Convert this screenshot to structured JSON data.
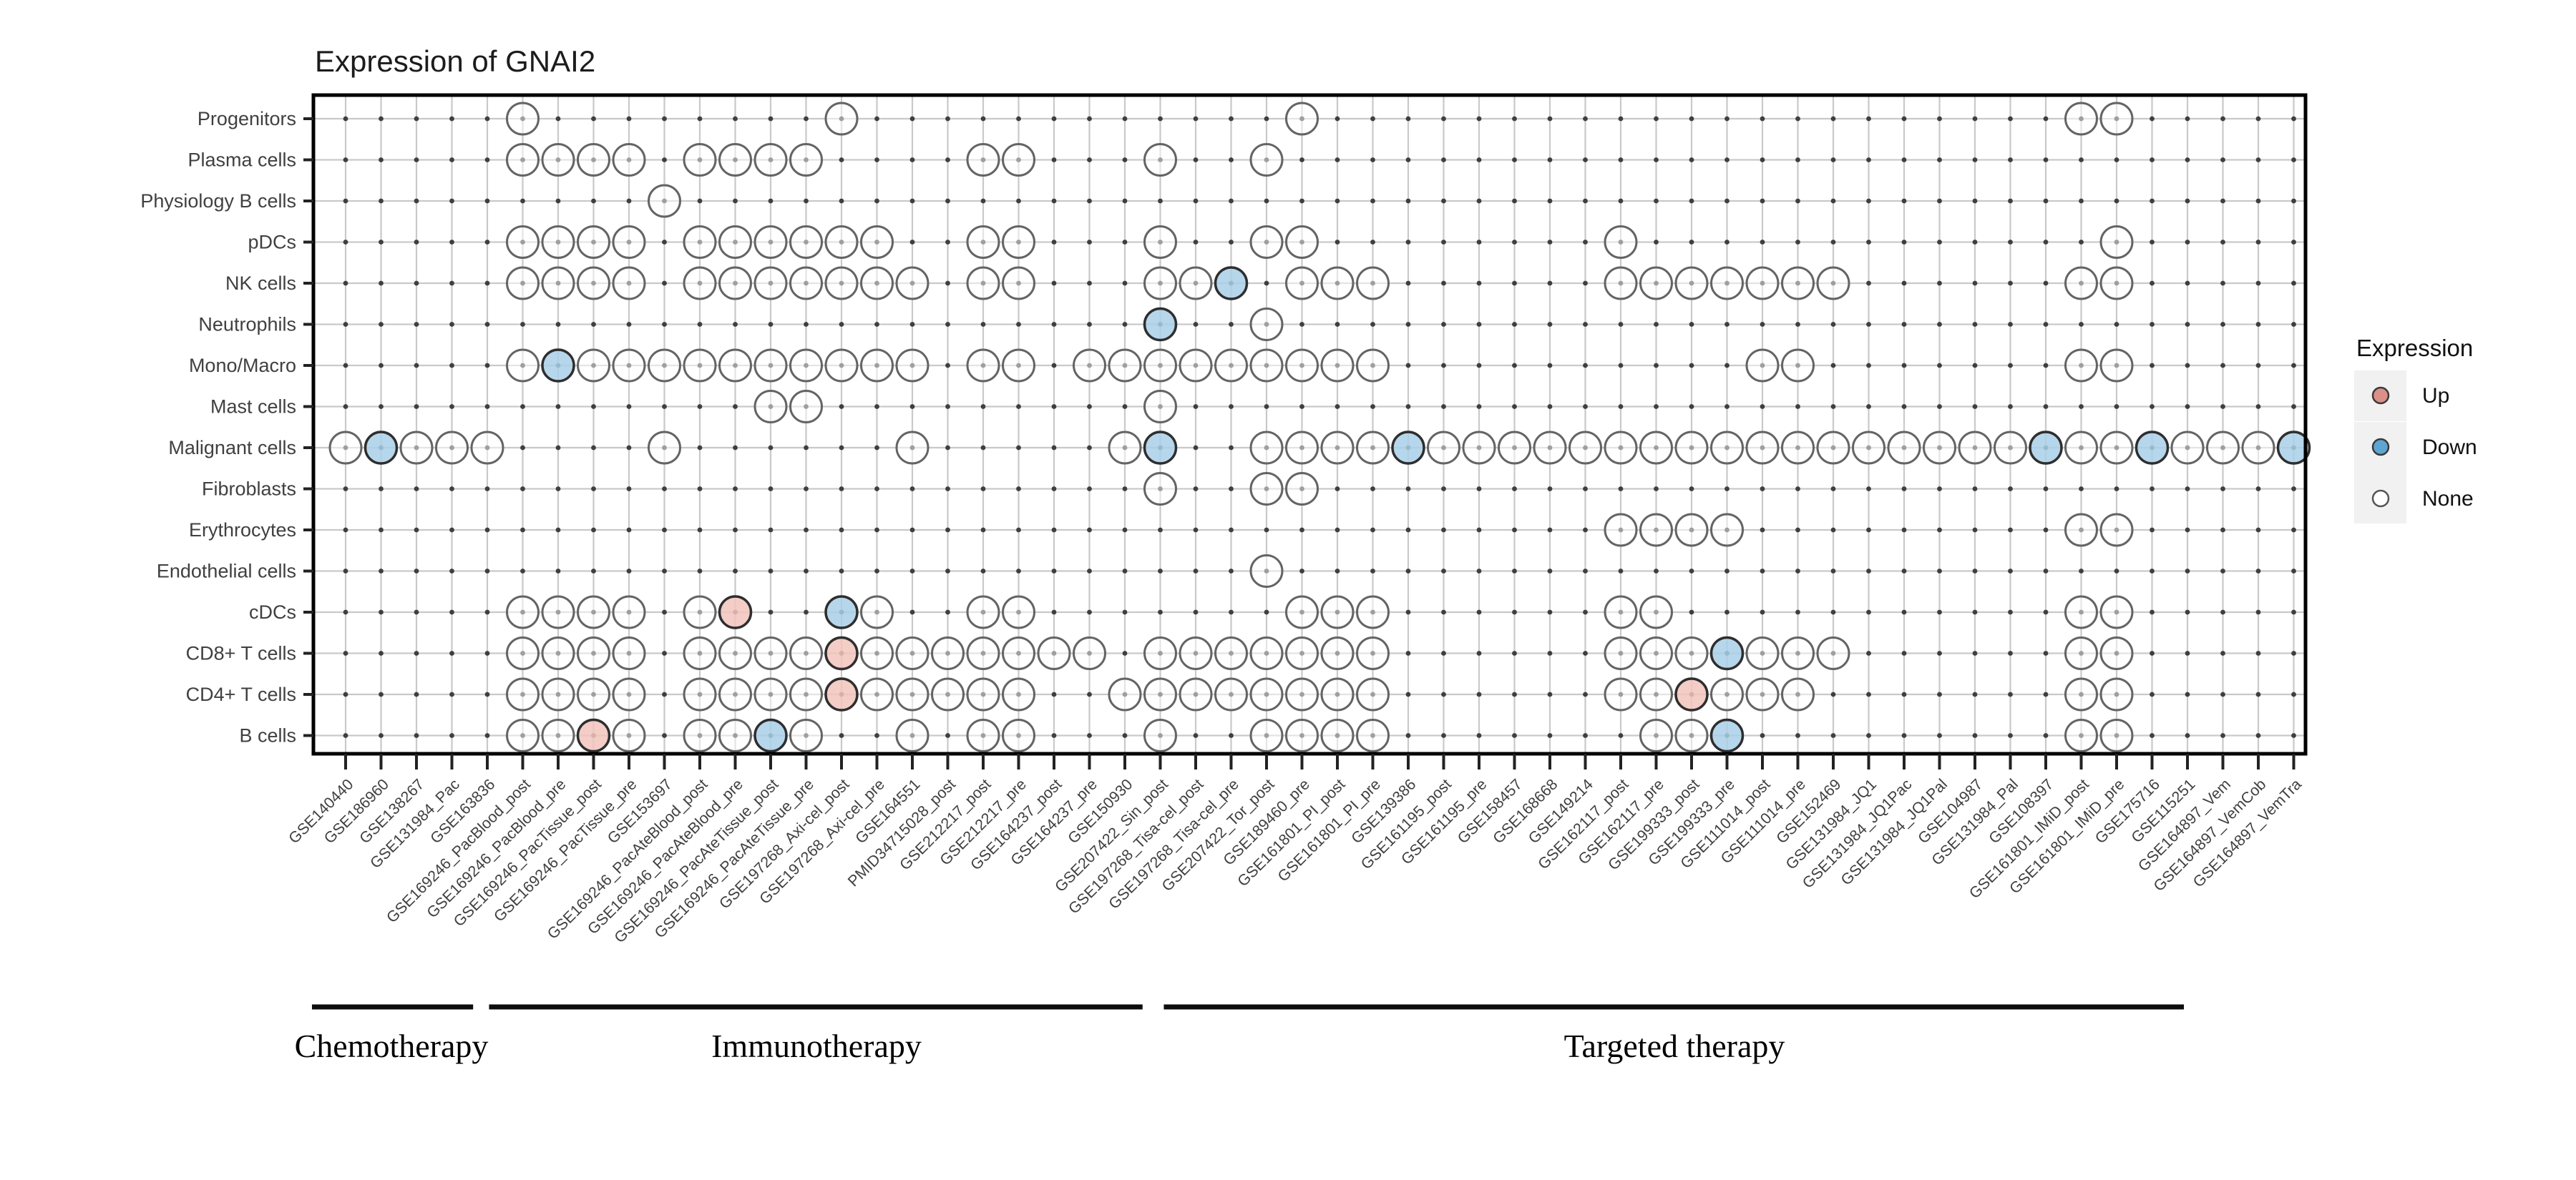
{
  "title": "Expression of GNAI2",
  "legend": {
    "title": "Expression",
    "items": [
      {
        "label": "Up",
        "color": "#DC8F87"
      },
      {
        "label": "Down",
        "color": "#5FA5D2"
      },
      {
        "label": "None",
        "color": "#FFFFFF"
      }
    ],
    "key_background": "#F1F1F1"
  },
  "chart_data": {
    "type": "heatmap",
    "subtype": "dot-matrix",
    "title": "Expression of GNAI2",
    "xlabel": "",
    "ylabel": "",
    "grid": true,
    "legend_position": "right",
    "state_colors": {
      "n": "#FFFFFF",
      "u": "#F2C4BD",
      "d": "#A9CFE8"
    },
    "state_names": {
      "n": "None",
      "u": "Up",
      "d": "Down"
    },
    "rows": [
      "Progenitors",
      "Plasma cells",
      "Physiology B cells",
      "pDCs",
      "NK cells",
      "Neutrophils",
      "Mono/Macro",
      "Mast cells",
      "Malignant cells",
      "Fibroblasts",
      "Erythrocytes",
      "Endothelial cells",
      "cDCs",
      "CD8+ T cells",
      "CD4+ T cells",
      "B cells"
    ],
    "columns": [
      "GSE140440",
      "GSE186960",
      "GSE138267",
      "GSE131984_Pac",
      "GSE163836",
      "GSE169246_PacBlood_post",
      "GSE169246_PacBlood_pre",
      "GSE169246_PacTissue_post",
      "GSE169246_PacTissue_pre",
      "GSE153697",
      "GSE169246_PacAteBlood_post",
      "GSE169246_PacAteBlood_pre",
      "GSE169246_PacAteTissue_post",
      "GSE169246_PacAteTissue_pre",
      "GSE197268_Axi-cel_post",
      "GSE197268_Axi-cel_pre",
      "GSE164551",
      "PMID34715028_post",
      "GSE212217_post",
      "GSE212217_pre",
      "GSE164237_post",
      "GSE164237_pre",
      "GSE150930",
      "GSE207422_Sin_post",
      "GSE197268_Tisa-cel_post",
      "GSE197268_Tisa-cel_pre",
      "GSE207422_Tor_post",
      "GSE189460_pre",
      "GSE161801_PI_post",
      "GSE161801_PI_pre",
      "GSE139386",
      "GSE161195_post",
      "GSE161195_pre",
      "GSE158457",
      "GSE168668",
      "GSE149214",
      "GSE162117_post",
      "GSE162117_pre",
      "GSE199333_post",
      "GSE199333_pre",
      "GSE111014_post",
      "GSE111014_pre",
      "GSE152469",
      "GSE131984_JQ1",
      "GSE131984_JQ1Pac",
      "GSE131984_JQ1Pal",
      "GSE104987",
      "GSE131984_Pal",
      "GSE108397",
      "GSE161801_IMiD_post",
      "GSE161801_IMiD_pre",
      "GSE175716",
      "GSE115251",
      "GSE164897_Vem",
      "GSE164897_VemCob",
      "GSE164897_VemTra"
    ],
    "groups": [
      {
        "label": "Chemotherapy",
        "from_col": 0.05,
        "to_col": 4.6
      },
      {
        "label": "Immunotherapy",
        "from_col": 5.05,
        "to_col": 23.5
      },
      {
        "label": "Targeted therapy",
        "from_col": 24.1,
        "to_col": 52.9
      }
    ],
    "cells": {
      "Progenitors": [
        [
          6,
          "n"
        ],
        [
          15,
          "n"
        ],
        [
          28,
          "n"
        ],
        [
          50,
          "n"
        ],
        [
          51,
          "n"
        ]
      ],
      "Plasma cells": [
        [
          6,
          "n"
        ],
        [
          7,
          "n"
        ],
        [
          8,
          "n"
        ],
        [
          9,
          "n"
        ],
        [
          11,
          "n"
        ],
        [
          12,
          "n"
        ],
        [
          13,
          "n"
        ],
        [
          14,
          "n"
        ],
        [
          19,
          "n"
        ],
        [
          20,
          "n"
        ],
        [
          24,
          "n"
        ],
        [
          27,
          "n"
        ]
      ],
      "Physiology B cells": [
        [
          10,
          "n"
        ]
      ],
      "pDCs": [
        [
          6,
          "n"
        ],
        [
          7,
          "n"
        ],
        [
          8,
          "n"
        ],
        [
          9,
          "n"
        ],
        [
          11,
          "n"
        ],
        [
          12,
          "n"
        ],
        [
          13,
          "n"
        ],
        [
          14,
          "n"
        ],
        [
          15,
          "n"
        ],
        [
          16,
          "n"
        ],
        [
          19,
          "n"
        ],
        [
          20,
          "n"
        ],
        [
          24,
          "n"
        ],
        [
          27,
          "n"
        ],
        [
          28,
          "n"
        ],
        [
          37,
          "n"
        ],
        [
          51,
          "n"
        ]
      ],
      "NK cells": [
        [
          6,
          "n"
        ],
        [
          7,
          "n"
        ],
        [
          8,
          "n"
        ],
        [
          9,
          "n"
        ],
        [
          11,
          "n"
        ],
        [
          12,
          "n"
        ],
        [
          13,
          "n"
        ],
        [
          14,
          "n"
        ],
        [
          15,
          "n"
        ],
        [
          16,
          "n"
        ],
        [
          17,
          "n"
        ],
        [
          19,
          "n"
        ],
        [
          20,
          "n"
        ],
        [
          24,
          "n"
        ],
        [
          25,
          "n"
        ],
        [
          26,
          "d"
        ],
        [
          28,
          "n"
        ],
        [
          29,
          "n"
        ],
        [
          30,
          "n"
        ],
        [
          37,
          "n"
        ],
        [
          38,
          "n"
        ],
        [
          39,
          "n"
        ],
        [
          40,
          "n"
        ],
        [
          41,
          "n"
        ],
        [
          42,
          "n"
        ],
        [
          43,
          "n"
        ],
        [
          50,
          "n"
        ],
        [
          51,
          "n"
        ]
      ],
      "Neutrophils": [
        [
          24,
          "d"
        ],
        [
          27,
          "n"
        ]
      ],
      "Mono/Macro": [
        [
          6,
          "n"
        ],
        [
          7,
          "d"
        ],
        [
          8,
          "n"
        ],
        [
          9,
          "n"
        ],
        [
          10,
          "n"
        ],
        [
          11,
          "n"
        ],
        [
          12,
          "n"
        ],
        [
          13,
          "n"
        ],
        [
          14,
          "n"
        ],
        [
          15,
          "n"
        ],
        [
          16,
          "n"
        ],
        [
          17,
          "n"
        ],
        [
          19,
          "n"
        ],
        [
          20,
          "n"
        ],
        [
          22,
          "n"
        ],
        [
          23,
          "n"
        ],
        [
          24,
          "n"
        ],
        [
          25,
          "n"
        ],
        [
          26,
          "n"
        ],
        [
          27,
          "n"
        ],
        [
          28,
          "n"
        ],
        [
          29,
          "n"
        ],
        [
          30,
          "n"
        ],
        [
          41,
          "n"
        ],
        [
          42,
          "n"
        ],
        [
          50,
          "n"
        ],
        [
          51,
          "n"
        ]
      ],
      "Mast cells": [
        [
          13,
          "n"
        ],
        [
          14,
          "n"
        ],
        [
          24,
          "n"
        ]
      ],
      "Malignant cells": [
        [
          1,
          "n"
        ],
        [
          2,
          "d"
        ],
        [
          3,
          "n"
        ],
        [
          4,
          "n"
        ],
        [
          5,
          "n"
        ],
        [
          10,
          "n"
        ],
        [
          17,
          "n"
        ],
        [
          23,
          "n"
        ],
        [
          24,
          "d"
        ],
        [
          27,
          "n"
        ],
        [
          28,
          "n"
        ],
        [
          29,
          "n"
        ],
        [
          30,
          "n"
        ],
        [
          31,
          "d"
        ],
        [
          32,
          "n"
        ],
        [
          33,
          "n"
        ],
        [
          34,
          "n"
        ],
        [
          35,
          "n"
        ],
        [
          36,
          "n"
        ],
        [
          37,
          "n"
        ],
        [
          38,
          "n"
        ],
        [
          39,
          "n"
        ],
        [
          40,
          "n"
        ],
        [
          41,
          "n"
        ],
        [
          42,
          "n"
        ],
        [
          43,
          "n"
        ],
        [
          44,
          "n"
        ],
        [
          45,
          "n"
        ],
        [
          46,
          "n"
        ],
        [
          47,
          "n"
        ],
        [
          48,
          "n"
        ],
        [
          49,
          "d"
        ],
        [
          50,
          "n"
        ],
        [
          51,
          "n"
        ],
        [
          52,
          "d"
        ],
        [
          53,
          "n"
        ],
        [
          54,
          "n"
        ],
        [
          55,
          "n"
        ],
        [
          56,
          "d"
        ]
      ],
      "Fibroblasts": [
        [
          24,
          "n"
        ],
        [
          27,
          "n"
        ],
        [
          28,
          "n"
        ]
      ],
      "Erythrocytes": [
        [
          37,
          "n"
        ],
        [
          38,
          "n"
        ],
        [
          39,
          "n"
        ],
        [
          40,
          "n"
        ],
        [
          50,
          "n"
        ],
        [
          51,
          "n"
        ]
      ],
      "Endothelial cells": [
        [
          27,
          "n"
        ]
      ],
      "cDCs": [
        [
          6,
          "n"
        ],
        [
          7,
          "n"
        ],
        [
          8,
          "n"
        ],
        [
          9,
          "n"
        ],
        [
          11,
          "n"
        ],
        [
          12,
          "u"
        ],
        [
          15,
          "d"
        ],
        [
          16,
          "n"
        ],
        [
          19,
          "n"
        ],
        [
          20,
          "n"
        ],
        [
          28,
          "n"
        ],
        [
          29,
          "n"
        ],
        [
          30,
          "n"
        ],
        [
          37,
          "n"
        ],
        [
          38,
          "n"
        ],
        [
          50,
          "n"
        ],
        [
          51,
          "n"
        ]
      ],
      "CD8+ T cells": [
        [
          6,
          "n"
        ],
        [
          7,
          "n"
        ],
        [
          8,
          "n"
        ],
        [
          9,
          "n"
        ],
        [
          11,
          "n"
        ],
        [
          12,
          "n"
        ],
        [
          13,
          "n"
        ],
        [
          14,
          "n"
        ],
        [
          15,
          "u"
        ],
        [
          16,
          "n"
        ],
        [
          17,
          "n"
        ],
        [
          18,
          "n"
        ],
        [
          19,
          "n"
        ],
        [
          20,
          "n"
        ],
        [
          21,
          "n"
        ],
        [
          22,
          "n"
        ],
        [
          24,
          "n"
        ],
        [
          25,
          "n"
        ],
        [
          26,
          "n"
        ],
        [
          27,
          "n"
        ],
        [
          28,
          "n"
        ],
        [
          29,
          "n"
        ],
        [
          30,
          "n"
        ],
        [
          37,
          "n"
        ],
        [
          38,
          "n"
        ],
        [
          39,
          "n"
        ],
        [
          40,
          "d"
        ],
        [
          41,
          "n"
        ],
        [
          42,
          "n"
        ],
        [
          43,
          "n"
        ],
        [
          50,
          "n"
        ],
        [
          51,
          "n"
        ]
      ],
      "CD4+ T cells": [
        [
          6,
          "n"
        ],
        [
          7,
          "n"
        ],
        [
          8,
          "n"
        ],
        [
          9,
          "n"
        ],
        [
          11,
          "n"
        ],
        [
          12,
          "n"
        ],
        [
          13,
          "n"
        ],
        [
          14,
          "n"
        ],
        [
          15,
          "u"
        ],
        [
          16,
          "n"
        ],
        [
          17,
          "n"
        ],
        [
          18,
          "n"
        ],
        [
          19,
          "n"
        ],
        [
          20,
          "n"
        ],
        [
          23,
          "n"
        ],
        [
          24,
          "n"
        ],
        [
          25,
          "n"
        ],
        [
          26,
          "n"
        ],
        [
          27,
          "n"
        ],
        [
          28,
          "n"
        ],
        [
          29,
          "n"
        ],
        [
          30,
          "n"
        ],
        [
          37,
          "n"
        ],
        [
          38,
          "n"
        ],
        [
          39,
          "u"
        ],
        [
          40,
          "n"
        ],
        [
          41,
          "n"
        ],
        [
          42,
          "n"
        ],
        [
          50,
          "n"
        ],
        [
          51,
          "n"
        ]
      ],
      "B cells": [
        [
          6,
          "n"
        ],
        [
          7,
          "n"
        ],
        [
          8,
          "u"
        ],
        [
          9,
          "n"
        ],
        [
          11,
          "n"
        ],
        [
          12,
          "n"
        ],
        [
          13,
          "d"
        ],
        [
          14,
          "n"
        ],
        [
          17,
          "n"
        ],
        [
          19,
          "n"
        ],
        [
          20,
          "n"
        ],
        [
          24,
          "n"
        ],
        [
          27,
          "n"
        ],
        [
          28,
          "n"
        ],
        [
          29,
          "n"
        ],
        [
          30,
          "n"
        ],
        [
          38,
          "n"
        ],
        [
          39,
          "n"
        ],
        [
          40,
          "d"
        ],
        [
          50,
          "n"
        ],
        [
          51,
          "n"
        ]
      ]
    }
  }
}
